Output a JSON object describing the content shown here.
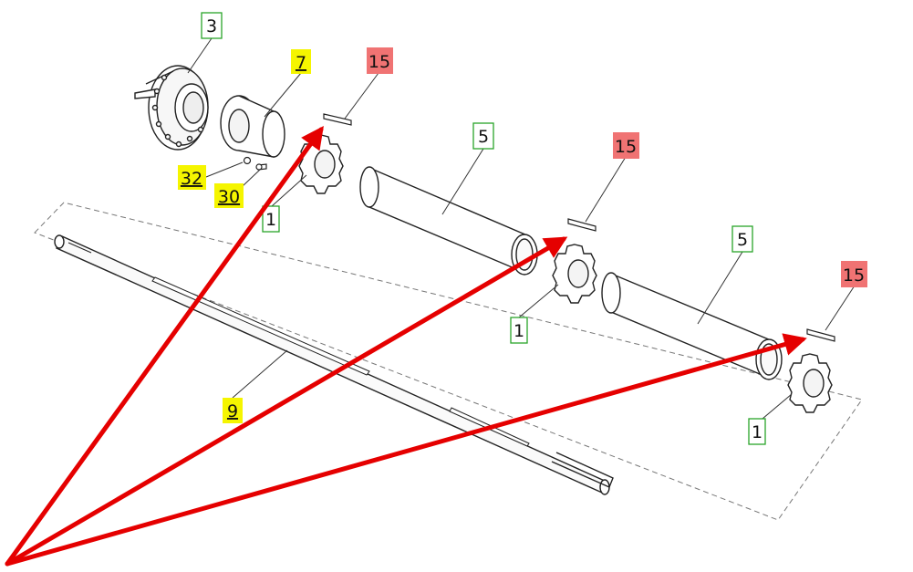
{
  "callouts": {
    "hub": "3",
    "bushing": "7",
    "pin_top": "15",
    "pin_mid": "15",
    "pin_right": "15",
    "screw": "32",
    "washer": "30",
    "sprocket_top": "1",
    "sprocket_mid": "1",
    "sprocket_right": "1",
    "spacer_left": "5",
    "spacer_right": "5",
    "shaft": "9"
  },
  "colors": {
    "green_label": "#2aa52a",
    "yellow_label": "#f5f500",
    "red_label": "#f07373",
    "arrow": "#e50000",
    "line": "#222222"
  }
}
